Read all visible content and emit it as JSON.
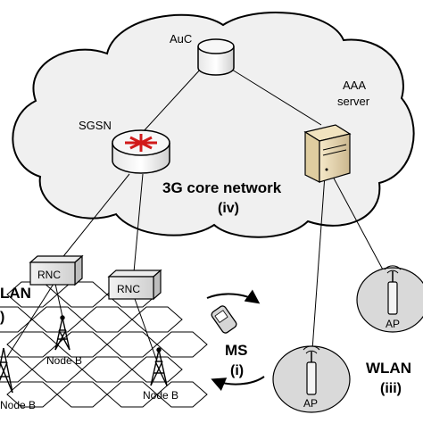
{
  "core": {
    "auc_label": "AuC",
    "sgsn_label": "SGSN",
    "aaa_label_line1": "AAA",
    "aaa_label_line2": "server",
    "title": "3G core network",
    "index": "(iv)"
  },
  "umts": {
    "title_fragment": "LAN",
    "index_fragment": ")",
    "rnc_labels": [
      "RNC",
      "RNC"
    ],
    "node_b_labels": [
      "Node B",
      "Node B",
      "Node B"
    ]
  },
  "mobile": {
    "title": "MS",
    "index": "(i)"
  },
  "wlan": {
    "ap_labels": [
      "AP",
      "AP"
    ],
    "title": "WLAN",
    "index": "(iii)"
  },
  "colors": {
    "cloud_fill": "#f0f0f0",
    "router_arrows": "#d11a1a",
    "ap_fill": "#d9d9d9",
    "line": "#000000"
  },
  "icons": [
    "database-cylinder-icon",
    "router-icon",
    "server-icon",
    "rnc-box-icon",
    "cell-tower-icon",
    "phone-icon",
    "access-point-icon",
    "cycle-arrow-icon"
  ]
}
